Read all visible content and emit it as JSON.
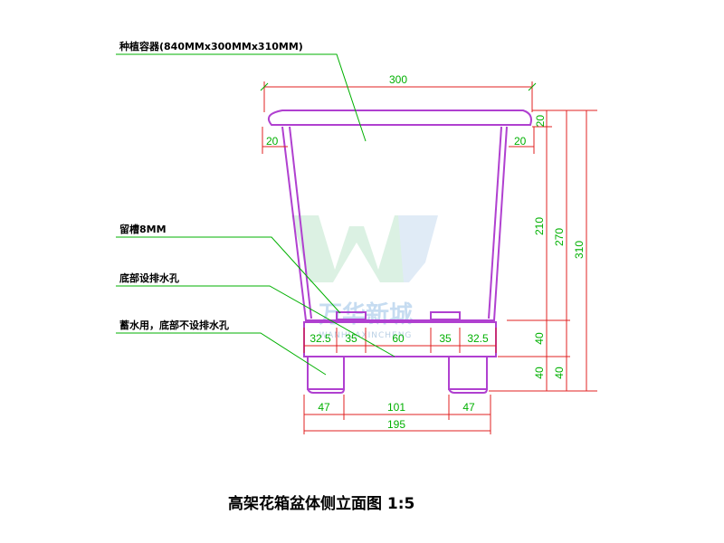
{
  "labels": {
    "container": "种植容器(840MMx300MMx310MM)",
    "wall": "留槽8MM",
    "drain": "底部设排水孔",
    "nodrain": "蓄水用，底部不设排水孔",
    "title": "高架花箱盆体侧立面图 1:5"
  },
  "dims": {
    "top_width": "300",
    "rim_left": "20",
    "rim_right": "20",
    "rim_height": "20",
    "h210": "210",
    "h270": "270",
    "h310": "310",
    "h40_inner": "40",
    "h40_leg": "40",
    "h40_outer": "40",
    "d32_left": "32.5",
    "d35_left": "35",
    "d60": "60",
    "d35_right": "35",
    "d32_right": "32.5",
    "leg_left": "47",
    "leg_gap": "101",
    "leg_right": "47",
    "base_width": "195"
  },
  "watermark": {
    "brand": "万华新城",
    "pinyin": "WANHUAXINCHENG"
  },
  "colors": {
    "outline": "#b040d0",
    "dimension_text": "#00b000",
    "dimension_line": "#e02020",
    "leader": "#00b000"
  }
}
